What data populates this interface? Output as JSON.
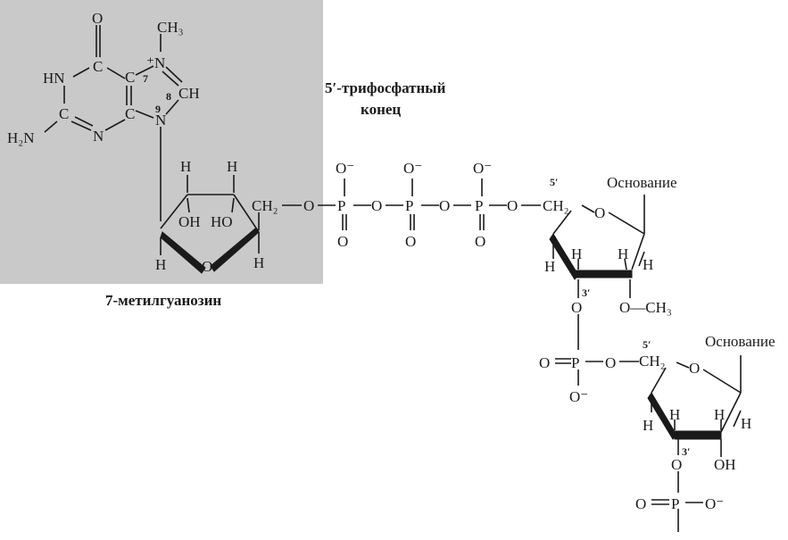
{
  "colors": {
    "highlight_box": "#c9c9c9",
    "ink": "#1a1a1a"
  },
  "captions": {
    "methylguanosine": "7-метилгуанозин",
    "triphosphate_line1": "5′-трифосфатный",
    "triphosphate_line2": "конец"
  },
  "guanine": {
    "O": "O",
    "HN": "HN",
    "C": "C",
    "N": "N",
    "NH2": "H₂N",
    "CH3": "CH₃",
    "Nplus": "⁺N",
    "CH": "CH",
    "pos7": "7",
    "pos8": "8",
    "pos9": "9"
  },
  "ribose1": {
    "H": "H",
    "OH": "OH",
    "HO": "HO",
    "CH2": "CH₂",
    "O": "O"
  },
  "triphosphate": {
    "O": "O",
    "P": "P",
    "Ominus": "O⁻"
  },
  "nucleotide2": {
    "base": "Основание",
    "CH2": "CH₂",
    "pos5": "5′",
    "pos3": "3′",
    "H": "H",
    "O": "O",
    "OCH3": "O—CH₃"
  },
  "phosphate2": {
    "O": "O",
    "P": "P",
    "Ominus": "O⁻"
  },
  "nucleotide3": {
    "base": "Основание",
    "CH2": "CH₂",
    "pos5": "5′",
    "pos3": "3′",
    "H": "H",
    "O": "O",
    "OH": "OH"
  },
  "phosphate3": {
    "O": "O",
    "P": "P",
    "Ominus": "O⁻"
  }
}
